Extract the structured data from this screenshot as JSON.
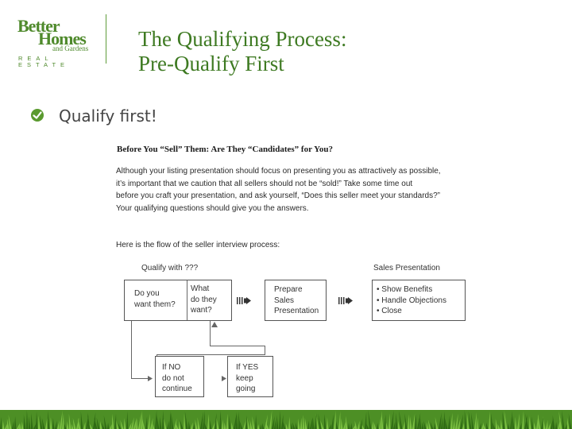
{
  "logo": {
    "line1": "Better",
    "line2": "Homes",
    "line3": "and Gardens",
    "line4": "REAL ESTATE"
  },
  "title": {
    "line1": "The Qualifying Process:",
    "line2": "Pre-Qualify First"
  },
  "bullet": {
    "text": "Qualify first!"
  },
  "document": {
    "heading": "Before You “Sell” Them: Are They “Candidates” for You?",
    "paragraph_lines": [
      "Although your listing presentation should focus on presenting you as attractively as possible,",
      "it’s important that we caution that all sellers should not be “sold!” Take some time out",
      "before you craft your presentation, and ask yourself, “Does this seller meet your standards?”",
      "Your qualifying questions should give you the answers."
    ],
    "flow_intro": "Here is the flow of the seller interview process:",
    "diagram": {
      "qualify_label": "Qualify with ???",
      "sales_label": "Sales Presentation",
      "box_q1": [
        "Do you",
        "want them?"
      ],
      "box_q2": [
        "What",
        "do they",
        "want?"
      ],
      "box_prepare": [
        "Prepare",
        "Sales",
        "Presentation"
      ],
      "box_sales": [
        "• Show Benefits",
        "• Handle Objections",
        "• Close"
      ],
      "box_no": [
        "If NO",
        "do not",
        "continue"
      ],
      "box_yes": [
        "If YES",
        "keep",
        "going"
      ]
    }
  },
  "colors": {
    "brand_green": "#4f8a2c",
    "title_green": "#3e7a22",
    "grass_green": "#5a9a2e"
  },
  "icons": {
    "bullet": "green-checkmark-shield-icon",
    "footer": "grass-strip"
  }
}
